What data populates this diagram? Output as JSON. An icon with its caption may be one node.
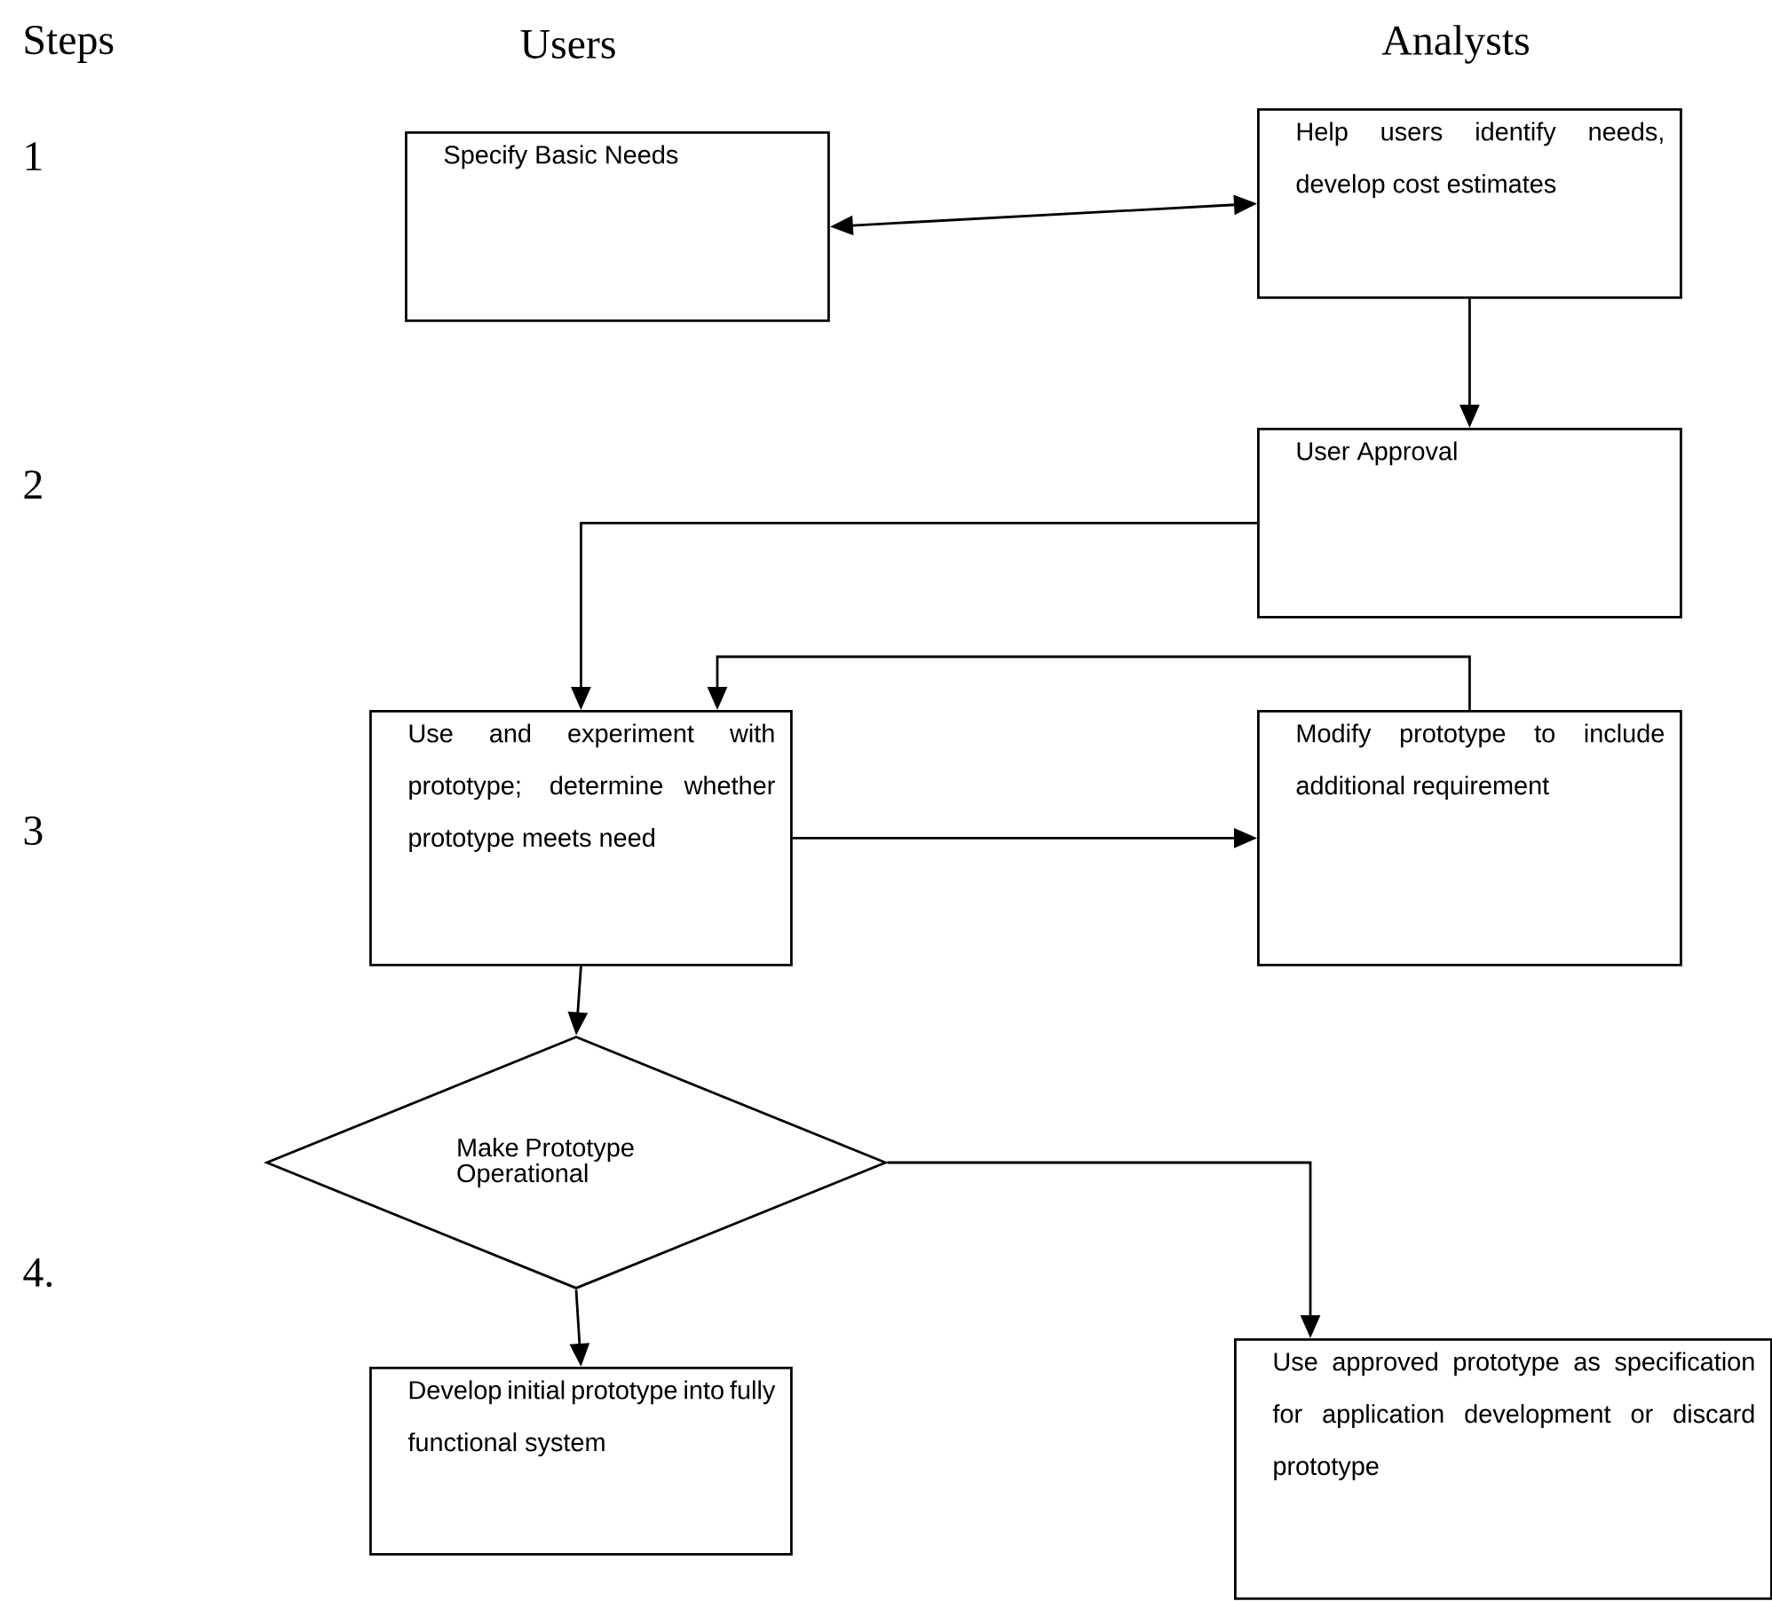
{
  "diagram": {
    "nodes": [
      {
        "text": [
          "Specify Basic Needs"
        ]
      },
      {
        "text": [
          "Help users identify needs, develop cost estimates"
        ]
      },
      {
        "text": [
          "User Approval"
        ]
      },
      {
        "text": [
          "Use and experiment with prototype; determine whether prototype meets need"
        ]
      },
      {
        "text": [
          "Modify prototype to include additional requirement"
        ]
      },
      {
        "text": [
          "Make Prototype Operational"
        ]
      },
      {
        "text": [
          "Develop initial prototype into fully functional system"
        ]
      },
      {
        "text": [
          "Use approved prototype as specification for application development or discard prototype"
        ]
      }
    ],
    "edges": [
      {
        "from": 0,
        "to": 1,
        "arrow": "both"
      },
      {
        "from": 1,
        "to": 2,
        "arrow": "to"
      },
      {
        "from": 2,
        "to": 3,
        "arrow": "to"
      },
      {
        "from": 4,
        "to": 3,
        "arrow": "to"
      },
      {
        "from": 3,
        "to": 4,
        "arrow": "to"
      },
      {
        "from": 3,
        "to": 5,
        "arrow": "to"
      },
      {
        "from": 5,
        "to": 6,
        "arrow": "to"
      },
      {
        "from": 5,
        "to": 7,
        "arrow": "to"
      }
    ],
    "labels": [
      "Steps",
      "Users",
      "Analysts",
      "1",
      "2",
      "3",
      "4."
    ]
  }
}
